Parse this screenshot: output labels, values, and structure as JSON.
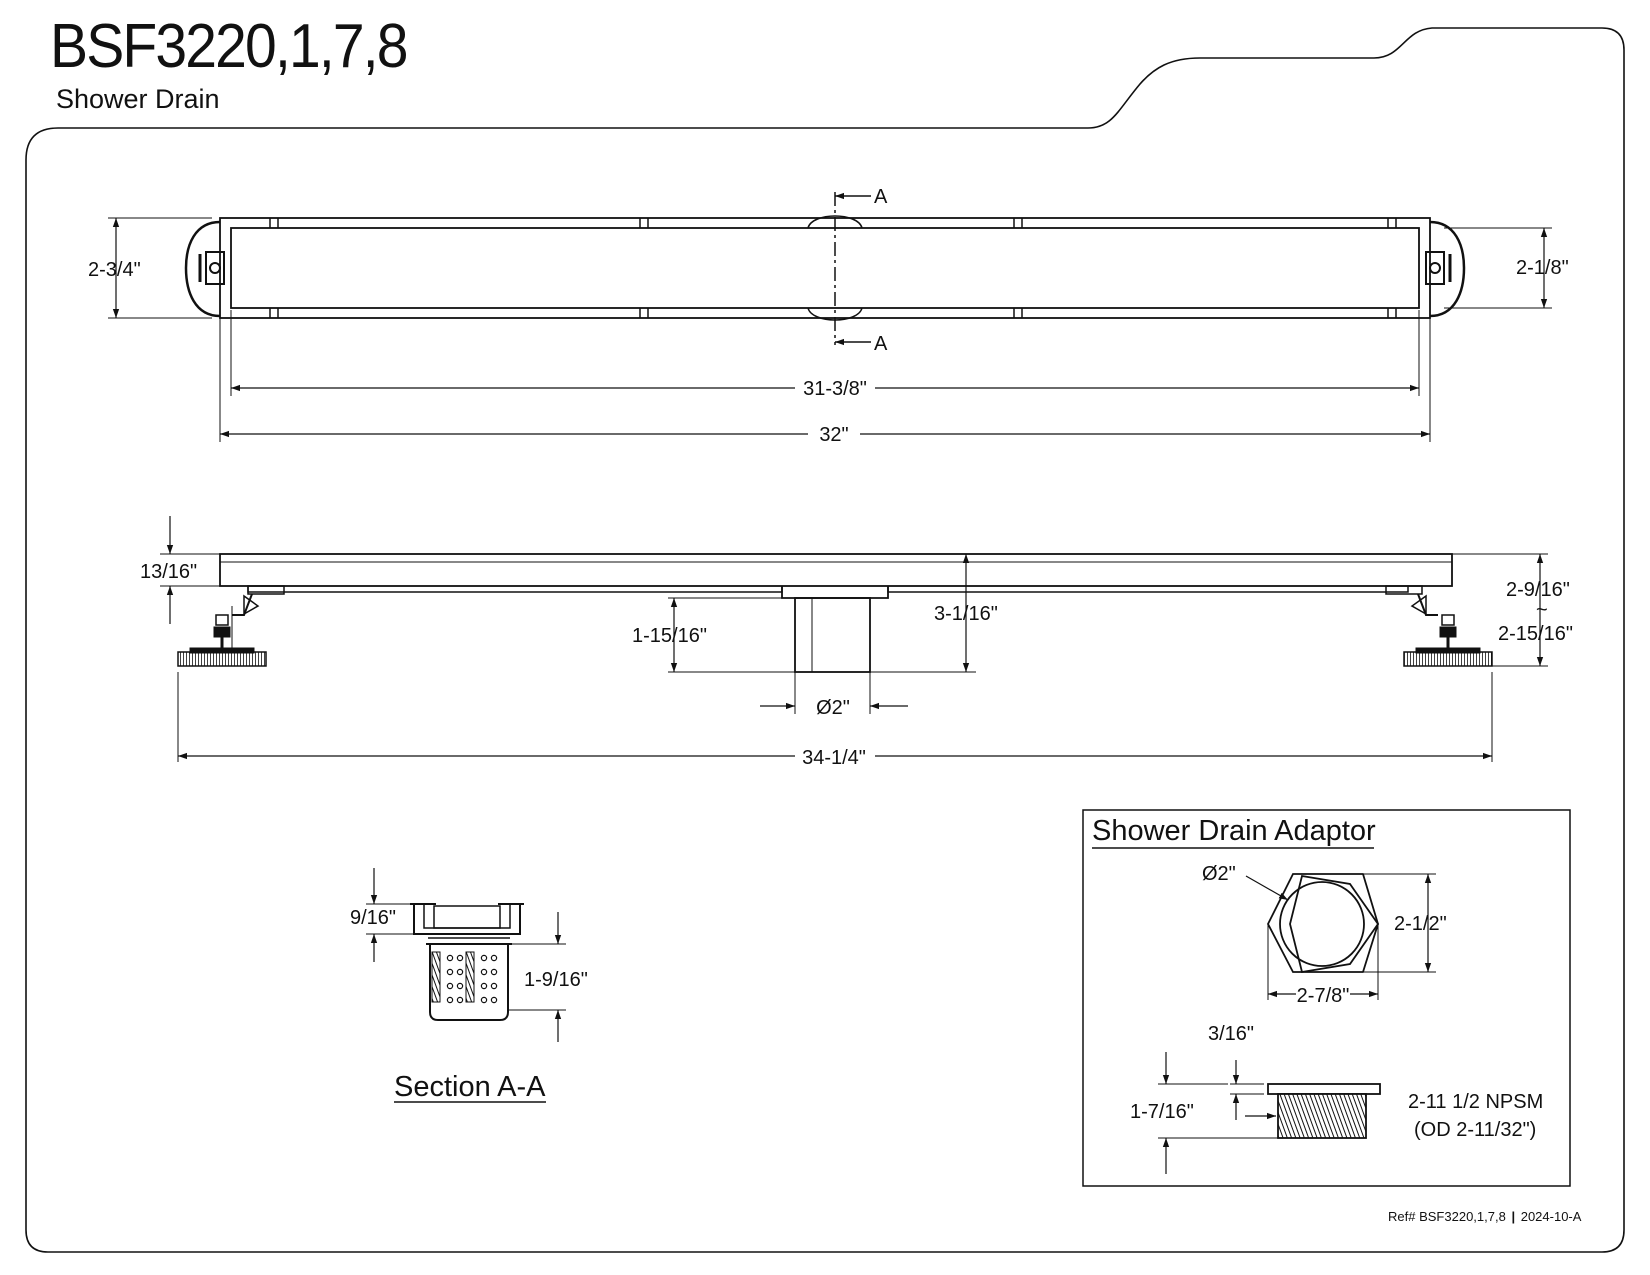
{
  "header": {
    "title": "BSF3220,1,7,8",
    "subtitle": "Shower Drain"
  },
  "footer": {
    "ref_label": "Ref#",
    "ref_model": "BSF3220,1,7,8",
    "separator": "|",
    "ref_revision": "2024-10-A"
  },
  "top_view": {
    "section_marker_top": "A",
    "section_marker_bottom": "A",
    "dim_height_left": "2-3/4\"",
    "dim_height_right": "2-1/8\"",
    "dim_inner_length": "31-3/8\"",
    "dim_overall_length": "32\""
  },
  "side_view": {
    "dim_grate_thickness": "13/16\"",
    "dim_outlet_depth": "1-15/16\"",
    "dim_body_depth": "3-1/16\"",
    "dim_adjust_min": "2-9/16\"",
    "dim_adjust_sep": "~",
    "dim_adjust_max": "2-15/16\"",
    "dim_outlet_diameter": "Ø2\"",
    "dim_total_length": "34-1/4\""
  },
  "section_view": {
    "label": "Section A-A",
    "dim_grate": "9/16\"",
    "dim_basket": "1-9/16\""
  },
  "adaptor": {
    "title": "Shower Drain Adaptor",
    "dim_inner_diameter": "Ø2\"",
    "dim_flat_width": "2-1/2\"",
    "dim_across_corners": "2-7/8\"",
    "dim_flange": "3/16\"",
    "dim_height": "1-7/16\"",
    "thread_spec": "2-11 1/2 NPSM",
    "thread_od": "(OD 2-11/32\")"
  },
  "colors": {
    "line": "#111111",
    "background": "#ffffff"
  }
}
